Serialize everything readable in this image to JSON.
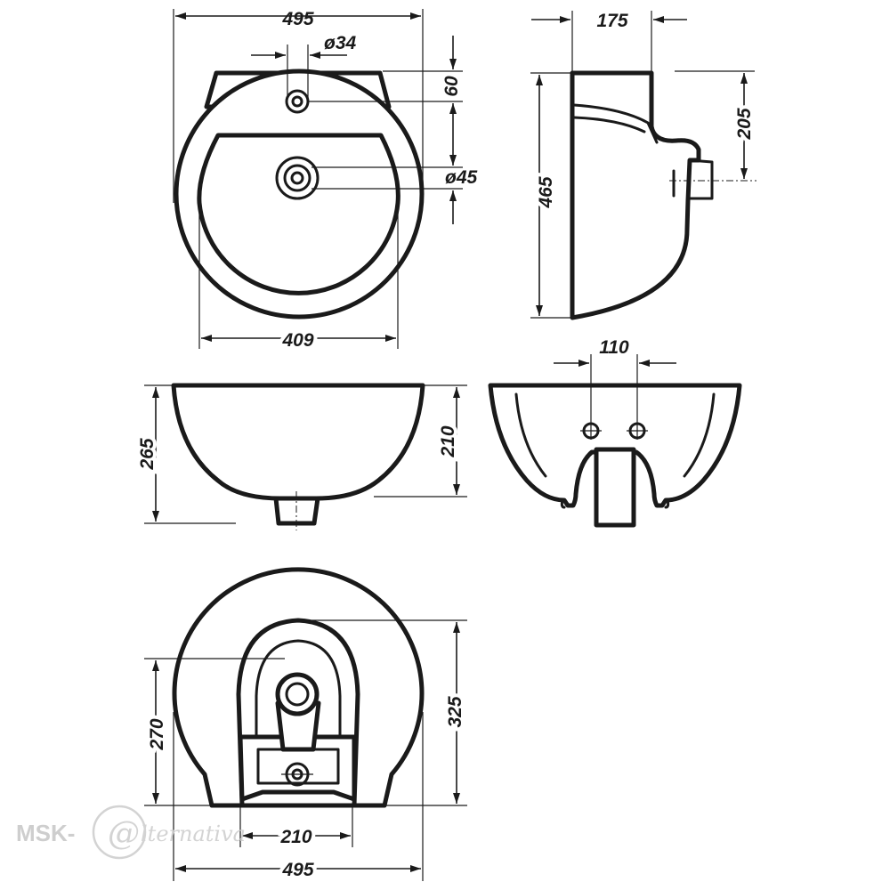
{
  "dimensions": {
    "top_view": {
      "overall_width": "495",
      "inner_width": "409",
      "overflow_hole_diameter": "ø34",
      "tap_hole_diameter": "ø45",
      "hole_to_edge": "60"
    },
    "side_view": {
      "depth": "175",
      "total_height": "465",
      "waste_height": "205"
    },
    "front_view": {
      "overall_height": "265",
      "bowl_height": "210"
    },
    "rear_view": {
      "fixing_hole_spacing": "110"
    },
    "bottom_view": {
      "pedestal_depth": "325",
      "fixing_depth": "270",
      "pedestal_width": "210",
      "overall_width": "495"
    }
  },
  "watermark": {
    "text": "MSK-",
    "script": "lternativa",
    "glyph": "@",
    "color": "#c9c9c9"
  },
  "colors": {
    "line": "#1a1a1a",
    "background": "#ffffff"
  }
}
